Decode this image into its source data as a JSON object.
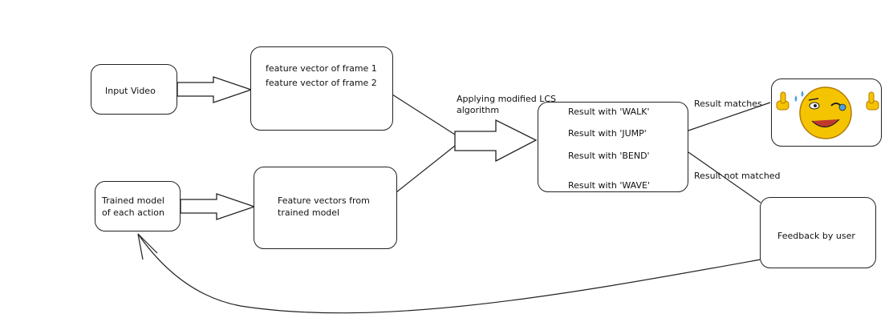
{
  "nodes": {
    "input_video": {
      "label": "Input Video"
    },
    "frame_features": {
      "line1": "feature vector of frame 1",
      "line2": "feature vector of frame 2"
    },
    "trained_model": {
      "line1": "Trained model",
      "line2": "of each action"
    },
    "trained_features": {
      "line1": "Feature vectors from",
      "line2": "trained model"
    },
    "results": {
      "walk": "Result with 'WALK'",
      "jump": "Result with 'JUMP'",
      "bend": "Result with 'BEND'",
      "wave": "Result with 'WAVE'"
    },
    "feedback": {
      "label": "Feedback by user"
    }
  },
  "edges": {
    "lcs": {
      "line1": "Applying modified LCS",
      "line2": "algorithm"
    },
    "matches": "Result matches",
    "not_matched": "Result not matched"
  },
  "icons": {
    "success": "smiley-thumbs-up-icon"
  },
  "colors": {
    "smiley_face": "#f5c400",
    "smiley_outline": "#b37a00"
  }
}
